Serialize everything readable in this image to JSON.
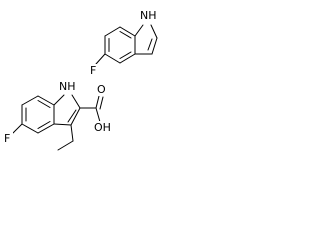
{
  "figure": {
    "top_molecule": {
      "atoms": {
        "nh": "NH",
        "f": "F"
      }
    },
    "bottom_molecule": {
      "atoms": {
        "nh": "NH",
        "f": "F",
        "o": "O",
        "oh": "OH"
      }
    }
  },
  "colors": {
    "bond": "#000000",
    "background": "#ffffff"
  }
}
